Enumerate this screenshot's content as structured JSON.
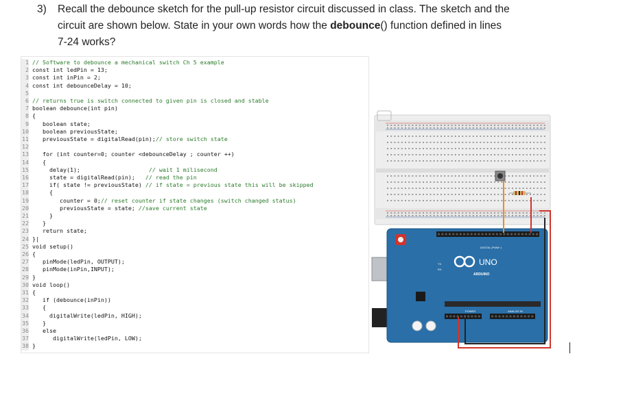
{
  "question": {
    "number": "3)",
    "line1": "Recall the debounce sketch for the pull-up resistor circuit discussed in class. The sketch and the",
    "line2_pre": "circuit are shown below. State in your own words how the ",
    "line2_bold": "debounce",
    "line2_post": "() function defined in lines",
    "line3": "7-24 works?"
  },
  "code": [
    {
      "n": "1",
      "t": "// Software to debounce a mechanical switch Ch 5 example"
    },
    {
      "n": "2",
      "t": "const int ledPin = 13;"
    },
    {
      "n": "3",
      "t": "const int inPin = 2;"
    },
    {
      "n": "4",
      "t": "const int debounceDelay = 10;"
    },
    {
      "n": "5",
      "t": ""
    },
    {
      "n": "6",
      "t": "// returns true is switch connected to given pin is closed and stable"
    },
    {
      "n": "7",
      "t": "boolean debounce(int pin)"
    },
    {
      "n": "8",
      "t": "{"
    },
    {
      "n": "9",
      "t": "   boolean state;"
    },
    {
      "n": "10",
      "t": "   boolean previousState;"
    },
    {
      "n": "11",
      "t": "   previousState = digitalRead(pin);// store switch state"
    },
    {
      "n": "12",
      "t": ""
    },
    {
      "n": "13",
      "t": "   for (int counter=0; counter <debounceDelay ; counter ++)"
    },
    {
      "n": "14",
      "t": "   {"
    },
    {
      "n": "15",
      "t": "     delay(1);                    // wait 1 milisecond"
    },
    {
      "n": "16",
      "t": "     state = digitalRead(pin);   // read the pin"
    },
    {
      "n": "17",
      "t": "     if( state != previousState) // if state = previous state this will be skipped"
    },
    {
      "n": "18",
      "t": "     {"
    },
    {
      "n": "19",
      "t": "        counter = 0;// reset counter if state changes (switch changed status)"
    },
    {
      "n": "20",
      "t": "        previousState = state; //save current state"
    },
    {
      "n": "21",
      "t": "     }"
    },
    {
      "n": "22",
      "t": "   }"
    },
    {
      "n": "23",
      "t": "   return state;"
    },
    {
      "n": "24",
      "t": "}|"
    },
    {
      "n": "25",
      "t": "void setup()"
    },
    {
      "n": "26",
      "t": "{"
    },
    {
      "n": "27",
      "t": "   pinMode(ledPin, OUTPUT);"
    },
    {
      "n": "28",
      "t": "   pinMode(inPin,INPUT);"
    },
    {
      "n": "29",
      "t": "}"
    },
    {
      "n": "30",
      "t": "void loop()"
    },
    {
      "n": "31",
      "t": "{"
    },
    {
      "n": "32",
      "t": "   if (debounce(inPin))"
    },
    {
      "n": "33",
      "t": "   {"
    },
    {
      "n": "34",
      "t": "     digitalWrite(ledPin, HIGH);"
    },
    {
      "n": "35",
      "t": "   }"
    },
    {
      "n": "36",
      "t": "   else"
    },
    {
      "n": "37",
      "t": "      digitalWrite(ledPin, LOW);"
    },
    {
      "n": "38",
      "t": "}"
    }
  ],
  "board": {
    "digital_label": "DIGITAL (PWM~)",
    "uno_label": "UNO",
    "brand_label": "ARDUINO",
    "tx_label": "TX",
    "rx_label": "RX",
    "power_label": "POWER",
    "analog_label": "ANALOG IN",
    "board_color": "#2a6fa8",
    "wire_red": "#d0342c",
    "wire_orange": "#e8901c",
    "wire_black": "#222222"
  }
}
